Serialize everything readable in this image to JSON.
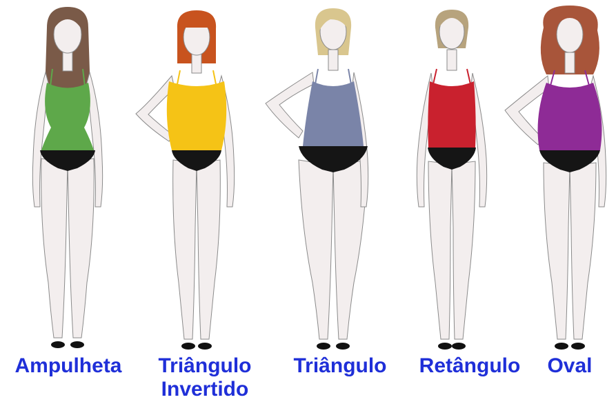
{
  "labels": {
    "ampulheta": "Ampulheta",
    "triangulo_invertido_1": "Triângulo",
    "triangulo_invertido_2": "Invertido",
    "triangulo": "Triângulo",
    "retangulo": "Retângulo",
    "oval": "Oval"
  },
  "colors": {
    "label": "#1f2fd8",
    "skin": "#f3eeee",
    "outline": "#8a8a8a",
    "briefs": "#151515",
    "shoes": "#111111",
    "ampulheta_top": "#5ea84a",
    "triangulo_invertido_top": "#f5c316",
    "triangulo_top": "#7a84a8",
    "retangulo_top": "#c9212e",
    "oval_top": "#8e2b96",
    "hair_brown": "#7a5a48",
    "hair_red": "#c8531e",
    "hair_blonde": "#d9c68e",
    "hair_ash": "#b7a37d",
    "hair_auburn": "#a8553a"
  },
  "figures": [
    {
      "name": "ampulheta",
      "top": "#5ea84a",
      "hair": "#7a5a48"
    },
    {
      "name": "triangulo-invertido",
      "top": "#f5c316",
      "hair": "#c8531e"
    },
    {
      "name": "triangulo",
      "top": "#7a84a8",
      "hair": "#d9c68e"
    },
    {
      "name": "retangulo",
      "top": "#c9212e",
      "hair": "#b7a37d"
    },
    {
      "name": "oval",
      "top": "#8e2b96",
      "hair": "#a8553a"
    }
  ]
}
